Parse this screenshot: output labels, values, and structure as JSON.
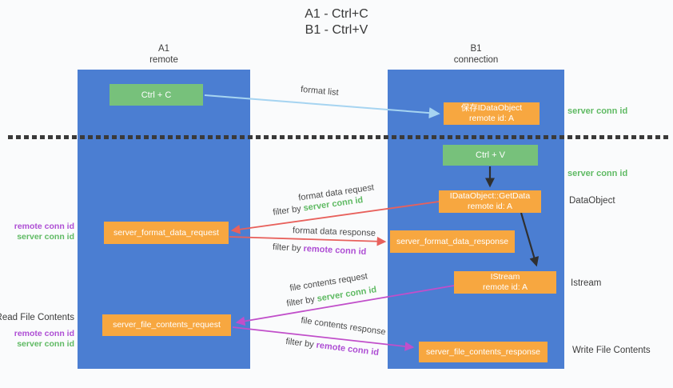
{
  "title": {
    "line1": "A1 - Ctrl+C",
    "line2": "B1 - Ctrl+V"
  },
  "lanes": {
    "a1": {
      "name": "A1",
      "subtitle": "remote"
    },
    "b1": {
      "name": "B1",
      "subtitle": "connection"
    }
  },
  "nodes": {
    "ctrl_c": {
      "label": "Ctrl + C"
    },
    "save_dataobject": {
      "line1": "保存IDataObject",
      "line2": "remote id: A"
    },
    "ctrl_v": {
      "label": "Ctrl + V"
    },
    "getdata": {
      "line1": "IDataObject::GetData",
      "line2": "remote id: A"
    },
    "format_request": {
      "label": "server_format_data_request"
    },
    "format_response": {
      "label": "server_format_data_response"
    },
    "istream": {
      "line1": "IStream",
      "line2": "remote id: A"
    },
    "file_request": {
      "label": "server_file_contents_request"
    },
    "file_response": {
      "label": "server_file_contents_response"
    }
  },
  "arrow_labels": {
    "format_list": "format list",
    "format_request": "format data request",
    "format_request_filter": {
      "prefix": "filter by ",
      "value": "server conn id"
    },
    "format_response": "format data response",
    "format_response_filter": {
      "prefix": "filter by ",
      "value": "remote conn id"
    },
    "file_request": "file contents request",
    "file_request_filter": {
      "prefix": "filter by ",
      "value": "server conn id"
    },
    "file_response": "file contents response",
    "file_response_filter": {
      "prefix": "filter by ",
      "value": "remote conn id"
    }
  },
  "annotations": {
    "right_server_conn_top": "server conn id",
    "right_server_conn_mid": "server conn id",
    "dataobject": "DataObject",
    "istream": "Istream",
    "write_file_contents": "Write File Contents",
    "left_format_remote": "remote conn id",
    "left_format_server": "server conn id",
    "read_file_contents": "Read File Contents",
    "left_file_remote": "remote conn id",
    "left_file_server": "server conn id"
  },
  "colors": {
    "lane_blue": "#4b7ed2",
    "box_green": "#77c17b",
    "box_orange": "#f7a740",
    "arrow_blue": "#a6d4f1",
    "arrow_red": "#e8615c",
    "arrow_magenta": "#c14fca",
    "arrow_black": "#2f2f2f",
    "text_green": "#5fba63",
    "text_purple": "#ae4ed4",
    "text_dark": "#3c3c3c",
    "background": "#fafbfc"
  }
}
